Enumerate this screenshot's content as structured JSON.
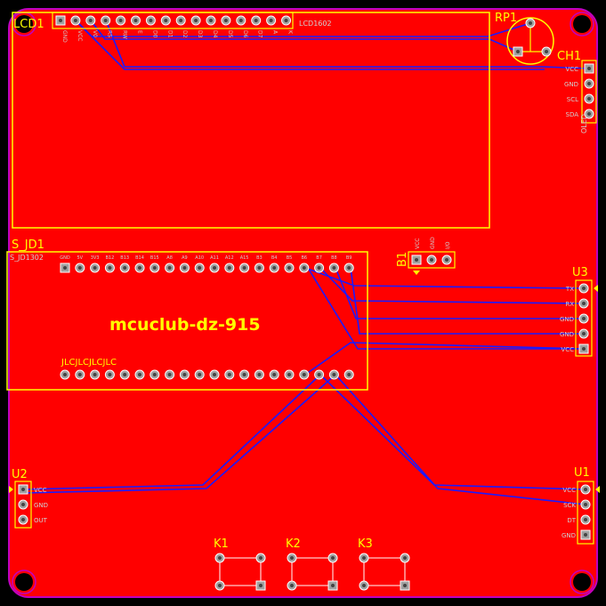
{
  "colors": {
    "background": "#000000",
    "copper": "#ff0000",
    "outline": "#c000c0",
    "silk": "#ffff00",
    "trace": "#1a1aff",
    "pad": "#a0a0a0",
    "pad_text": "#d0d0d0"
  },
  "designators": {
    "lcd1": "LCD1",
    "rp1": "RP1",
    "ch1": "CH1",
    "sjd1": "S_JD1",
    "b1": "B1",
    "u3": "U3",
    "u2": "U2",
    "u1": "U1",
    "k1": "K1",
    "k2": "K2",
    "k3": "K3"
  },
  "board_title": "mcuclub-dz-915",
  "lcd_part_label": "LCD1602",
  "sjd_part_label": "S_JD1302",
  "lcd_pins": [
    "GND",
    "VCC",
    "V0",
    "RS",
    "RW",
    "E",
    "D0",
    "D1",
    "D2",
    "D3",
    "D4",
    "D5",
    "D6",
    "D7",
    "A",
    "K"
  ],
  "sjd_top_pins": [
    "GND",
    "5V",
    "3V3",
    "B12",
    "B13",
    "B14",
    "B15",
    "A8",
    "A9",
    "A10",
    "A11",
    "A12",
    "A15",
    "B3",
    "B4",
    "B5",
    "B6",
    "B7",
    "B8",
    "B9"
  ],
  "sjd_bottom_text": "JLCJLCJLCJLC",
  "ch1_pins": [
    "VCC",
    "GND",
    "SCL",
    "SDA"
  ],
  "ch1_side_label": "OLED",
  "b1_pins": [
    "VCC",
    "GND",
    "I/O"
  ],
  "u3_pins": [
    "TX",
    "RX",
    "GND",
    "GND",
    "VCC"
  ],
  "u2_pins": [
    "VCC",
    "GND",
    "OUT"
  ],
  "u1_pins": [
    "VCC",
    "SCK",
    "DT",
    "GND"
  ]
}
